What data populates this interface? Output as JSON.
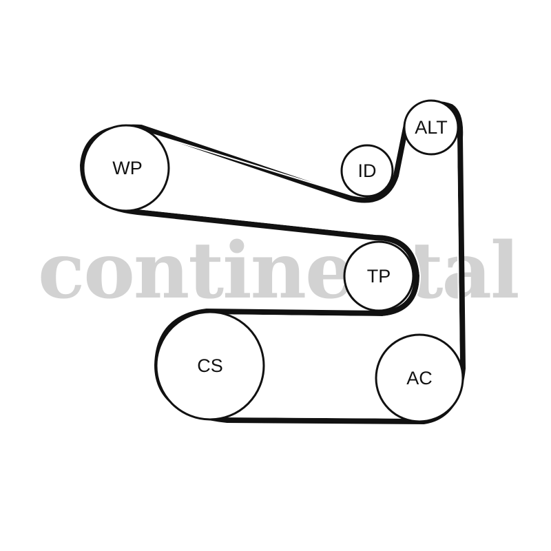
{
  "watermark": {
    "text": "continental"
  },
  "pulleys": [
    {
      "id": "wp",
      "label": "WP"
    },
    {
      "id": "id",
      "label": "ID"
    },
    {
      "id": "alt",
      "label": "ALT"
    },
    {
      "id": "tp",
      "label": "TP"
    },
    {
      "id": "cs",
      "label": "CS"
    },
    {
      "id": "ac",
      "label": "AC"
    }
  ],
  "colors": {
    "line": "#111111",
    "background": "#ffffff",
    "watermark": "#d2d2d2"
  }
}
